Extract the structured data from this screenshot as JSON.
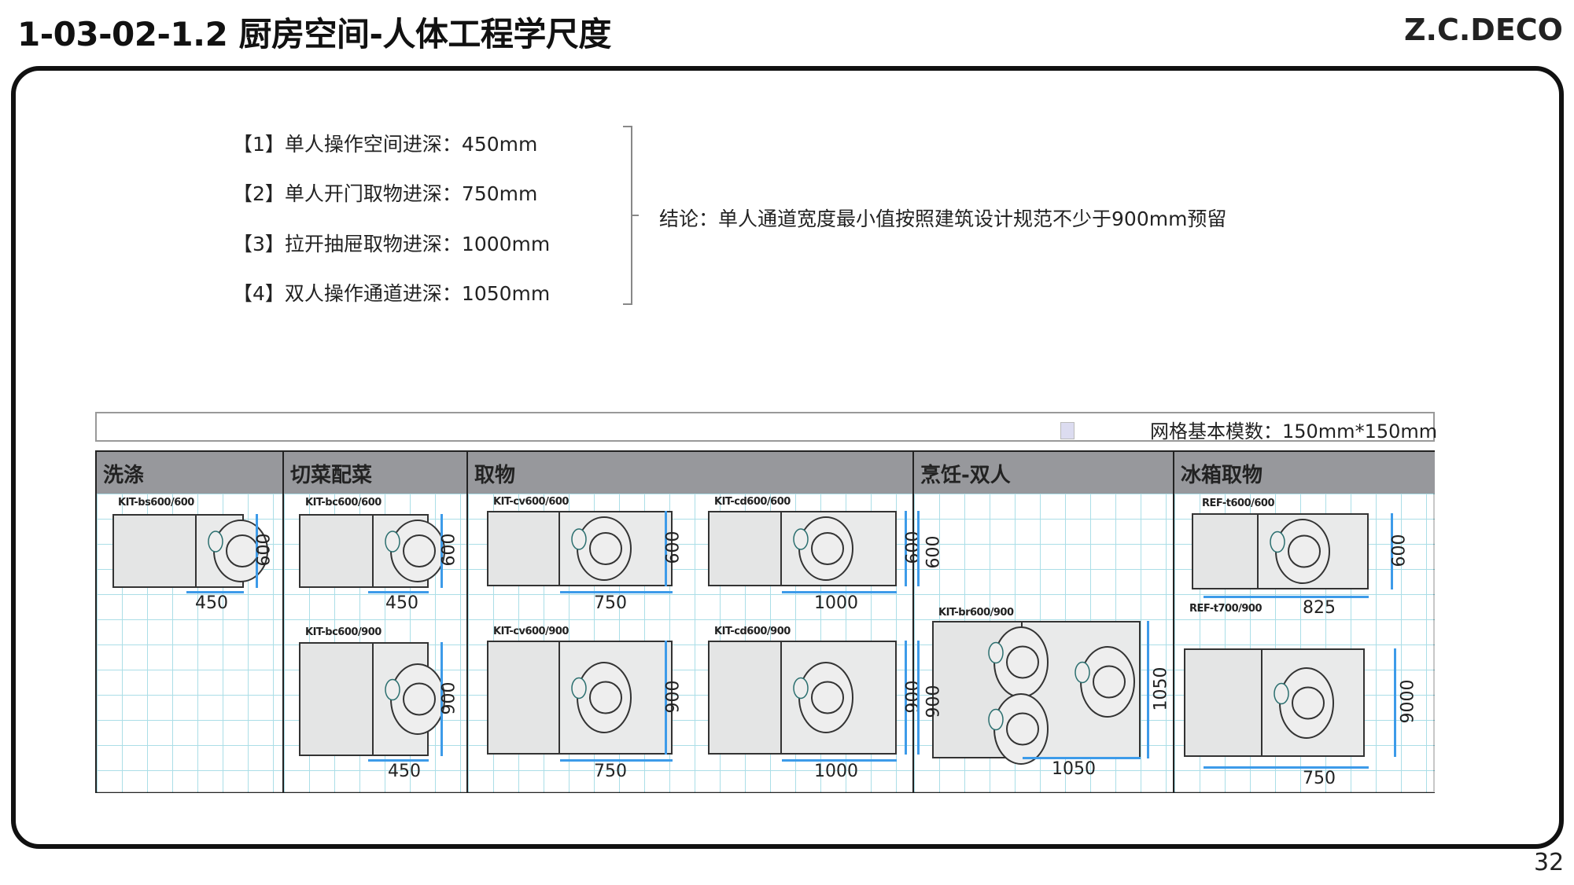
{
  "header": {
    "title": "1-03-02-1.2 厨房空间-人体工程学尺度",
    "brand": "Z.C.DECO"
  },
  "items": [
    "【1】单人操作空间进深：450mm",
    "【2】单人开门取物进深：750mm",
    "【3】拉开抽屉取物进深：1000mm",
    "【4】双人操作通道进深：1050mm"
  ],
  "conclusion": "结论：单人通道宽度最小值按照建筑设计规范不少于900mm预留",
  "legend": {
    "text": "网格基本模数：150mm*150mm"
  },
  "sections": [
    "洗涤",
    "切菜配菜",
    "取物",
    "烹饪-双人",
    "冰箱取物"
  ],
  "diagrams": [
    {
      "code": "KIT-bs600/600",
      "depth": "600",
      "width": "450"
    },
    {
      "code": "KIT-bc600/600",
      "depth": "600",
      "width": "450"
    },
    {
      "code": "KIT-bc600/900",
      "depth": "900",
      "width": "450"
    },
    {
      "code": "KIT-cv600/600",
      "depth": "600",
      "width": "750"
    },
    {
      "code": "KIT-cd600/600",
      "depth": "600",
      "width": "1000"
    },
    {
      "code": "KIT-cv600/900",
      "depth": "900",
      "width": "750"
    },
    {
      "code": "KIT-cd600/900",
      "depth": "900",
      "width": "1000"
    },
    {
      "code": "KIT-br600/900",
      "depth": "1050",
      "width": "1050"
    },
    {
      "code": "REF-t600/600",
      "depth": "600",
      "width": "825"
    },
    {
      "code": "REF-t700/900",
      "depth": "9000",
      "width": "750"
    }
  ],
  "cooking_side_dims": [
    "600",
    "900"
  ],
  "page_number": "32",
  "colors": {
    "header_gray": "#97989c",
    "grid": "#8fd3df",
    "dimension": "#3d9be9"
  }
}
